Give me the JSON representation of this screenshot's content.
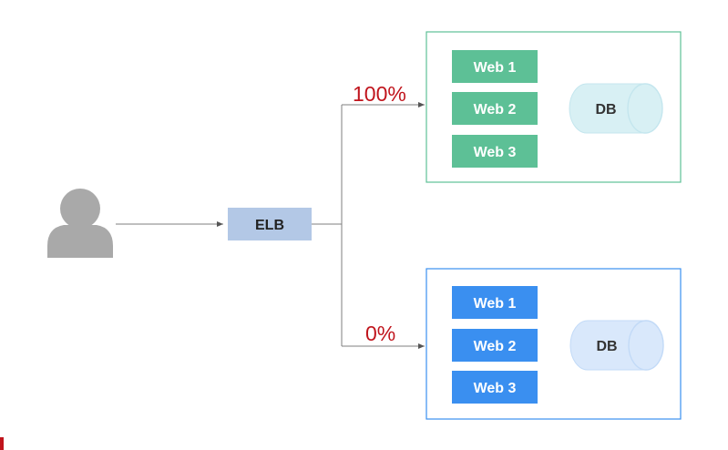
{
  "user": {
    "icon": "user-icon"
  },
  "elb": {
    "label": "ELB"
  },
  "routes": [
    {
      "percent": "100%"
    },
    {
      "percent": "0%"
    }
  ],
  "environments": [
    {
      "color": "#5dc096",
      "border": "#5dc096",
      "servers": [
        "Web 1",
        "Web 2",
        "Web 3"
      ],
      "db": {
        "label": "DB",
        "fill": "#d8f0f4",
        "stroke": "#c4e6ee"
      }
    },
    {
      "color": "#3a8ff0",
      "border": "#3a8ff0",
      "servers": [
        "Web 1",
        "Web 2",
        "Web 3"
      ],
      "db": {
        "label": "DB",
        "fill": "#d9e8fb",
        "stroke": "#c2daf7"
      }
    }
  ],
  "colors": {
    "percent": "#c0141c",
    "elb_fill": "#b3c8e6",
    "arrow": "#7f7f7f",
    "user": "#a9a9a9"
  }
}
